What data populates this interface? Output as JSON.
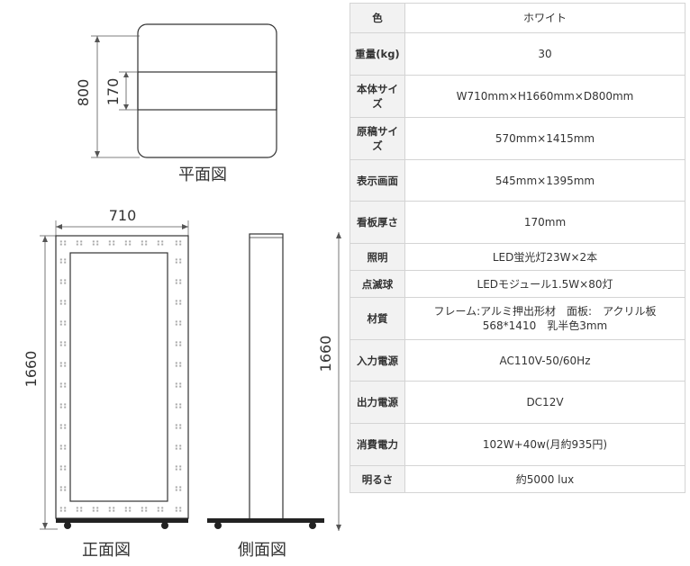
{
  "drawing": {
    "plan_label": "平面図",
    "front_label": "正面図",
    "side_label": "側面図",
    "plan_depth": "800",
    "plan_thickness": "170",
    "front_width": "710",
    "front_height": "1660",
    "side_height": "1660"
  },
  "specs": [
    {
      "label": "色",
      "value": "ホワイト"
    },
    {
      "label": "重量(kg)",
      "value": "30"
    },
    {
      "label": "本体サイズ",
      "value": "W710mm×H1660mm×D800mm"
    },
    {
      "label": "原稿サイズ",
      "value": "570mm×1415mm"
    },
    {
      "label": "表示画面",
      "value": "545mm×1395mm"
    },
    {
      "label": "看板厚さ",
      "value": "170mm"
    },
    {
      "label": "照明",
      "value": "LED蛍光灯23W×2本"
    },
    {
      "label": "点滅球",
      "value": "LEDモジュール1.5W×80灯"
    },
    {
      "label": "材質",
      "value": "フレーム:アルミ押出形材　面板:　アクリル板568*1410　乳半色3mm"
    },
    {
      "label": "入力電源",
      "value": "AC110V-50/60Hz"
    },
    {
      "label": "出力電源",
      "value": "DC12V"
    },
    {
      "label": "消費電力",
      "value": "102W+40w(月約935円)"
    },
    {
      "label": "明るさ",
      "value": "約5000 lux"
    }
  ]
}
